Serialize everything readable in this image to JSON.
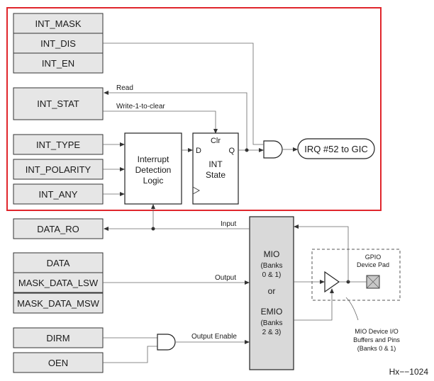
{
  "registers_interrupt": {
    "int_mask": "INT_MASK",
    "int_dis": "INT_DIS",
    "int_en": "INT_EN",
    "int_stat": "INT_STAT",
    "int_type": "INT_TYPE",
    "int_polarity": "INT_POLARITY",
    "int_any": "INT_ANY"
  },
  "registers_data": {
    "data_ro": "DATA_RO",
    "data": "DATA",
    "mask_data_lsw": "MASK_DATA_LSW",
    "mask_data_msw": "MASK_DATA_MSW",
    "dirm": "DIRM",
    "oen": "OEN"
  },
  "logic": {
    "interrupt_detection": [
      "Interrupt",
      "Detection",
      "Logic"
    ],
    "int_state": {
      "clr": "Clr",
      "d": "D",
      "q": "Q",
      "lines": [
        "INT",
        "State"
      ]
    },
    "irq": "IRQ #52 to GIC"
  },
  "signals": {
    "read": "Read",
    "write_1_to_clear": "Write-1-to-clear",
    "input": "Input",
    "output": "Output",
    "output_enable": "Output Enable"
  },
  "mio_block": {
    "lines": [
      "MIO",
      "(Banks",
      "0 & 1)",
      "",
      "or",
      "",
      "EMIO",
      "(Banks",
      "2 & 3)"
    ]
  },
  "gpio_pad": {
    "lines": [
      "GPIO",
      "Device Pad"
    ]
  },
  "mio_buffers_label": {
    "lines": [
      "MIO Device I/O",
      "Buffers and Pins",
      "(Banks 0 & 1)"
    ]
  },
  "figure_id": "Hx−−1024",
  "colors": {
    "highlight_border": "#e0262c",
    "register_fill": "#e6e6e6",
    "mio_fill": "#d9d9d9"
  }
}
